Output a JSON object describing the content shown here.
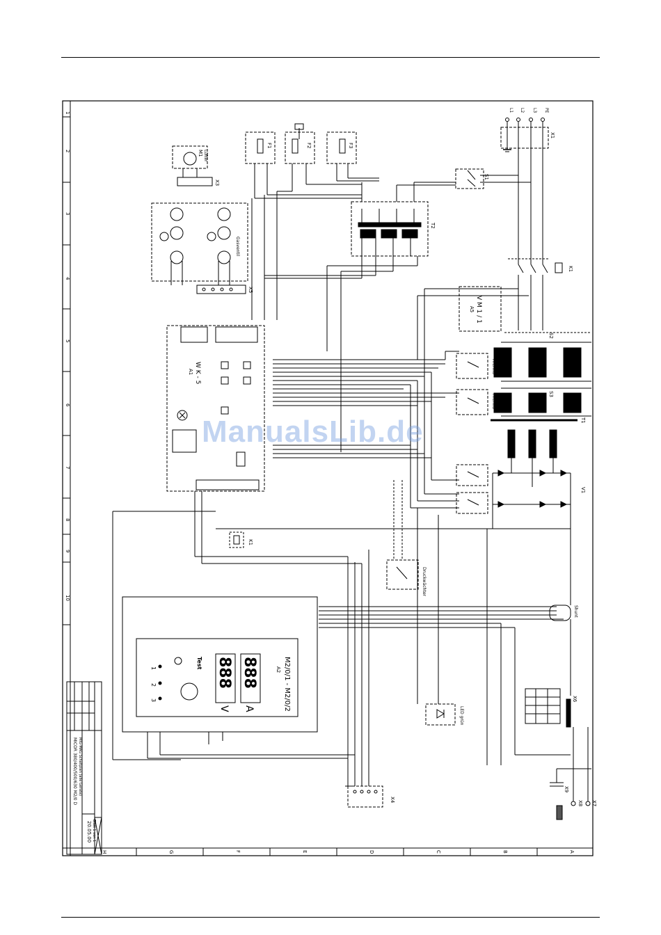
{
  "watermark": "ManualsLib.de",
  "title_block": {
    "lines": [
      "MICOR 380/400/500/630 M2/0 D",
      "MIG-MAG Schaltplan (alle Geräte)"
    ],
    "date": "20.05.00",
    "sheet": "Blatt 1 von 1"
  },
  "border": {
    "row_letters": [
      "H",
      "G",
      "F",
      "E",
      "D",
      "C",
      "B",
      "A"
    ],
    "column_numbers": [
      "1",
      "2",
      "3",
      "4",
      "5",
      "6",
      "7",
      "8",
      "9",
      "10"
    ]
  },
  "components": {
    "wk5": "W K - 5",
    "wk5_ref": "A1",
    "display": "M2/0/1 - M2/0/2",
    "display_ref": "A2",
    "digits_upper": "888",
    "digits_lower": "888",
    "unit_v": "V",
    "unit_a": "A",
    "test_label": "Test",
    "mode_labels": [
      "1",
      "2",
      "3"
    ],
    "vm": "V M 1 / 1",
    "vm_ref": "A5",
    "fan_motor": "M1",
    "fan_label": "Lüfter",
    "k1": "K1",
    "s1": "S1",
    "s2": "S2",
    "s3": "S3",
    "t1": "T1",
    "t2": "T2",
    "v1": "V1",
    "x1": "X1",
    "x3": "X3",
    "x4": "X4",
    "x5": "X5",
    "x6": "X6",
    "x8": "X8",
    "x9": "X9",
    "x7": "X7",
    "f1": "F1",
    "f2": "F2",
    "f3": "F3",
    "b1_label": "Druckwächter",
    "h1_label": "LED grün",
    "thermo1": "Thermo",
    "thermo2": "Thermo",
    "gas": "Gasventil",
    "shunt": "Shunt",
    "mains": [
      "L1",
      "L2",
      "L3",
      "PE"
    ]
  }
}
